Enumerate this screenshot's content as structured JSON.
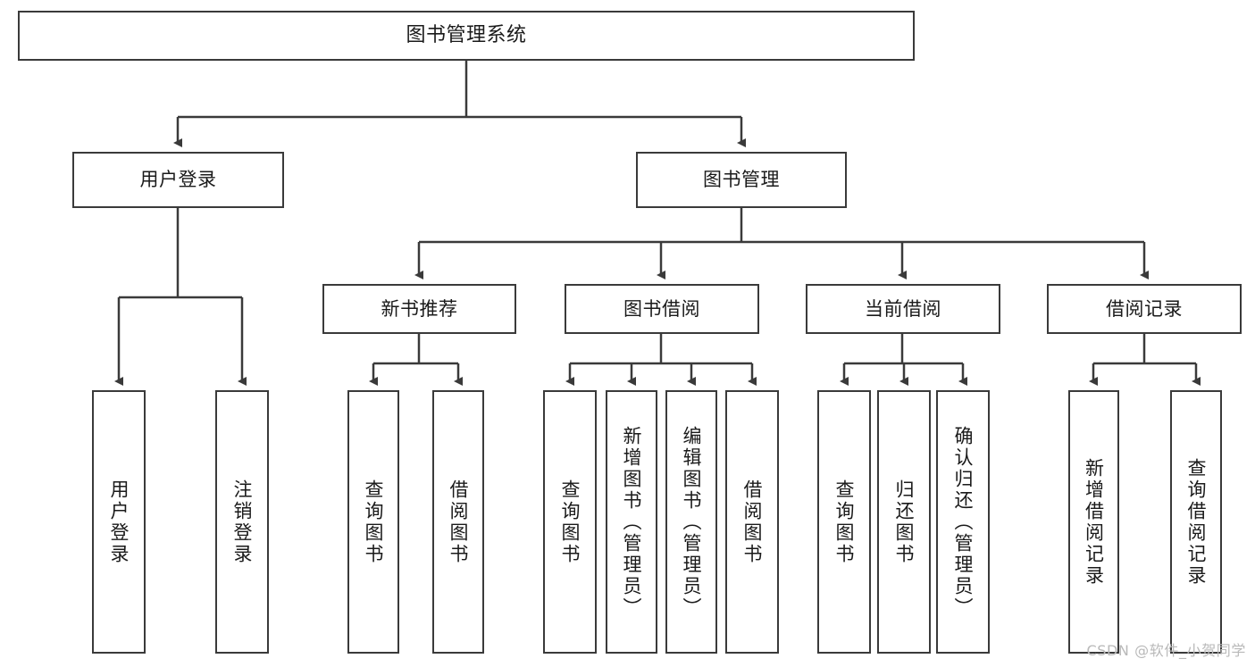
{
  "diagram": {
    "title_node": {
      "label": "图书管理系统"
    },
    "level2": [
      {
        "id": "user-login",
        "label": "用户登录"
      },
      {
        "id": "book-manage",
        "label": "图书管理"
      }
    ],
    "level3": [
      {
        "id": "new-book-recommend",
        "label": "新书推荐"
      },
      {
        "id": "book-borrow",
        "label": "图书借阅"
      },
      {
        "id": "current-borrow",
        "label": "当前借阅"
      },
      {
        "id": "borrow-record",
        "label": "借阅记录"
      }
    ],
    "leaves": {
      "user_login": [
        {
          "id": "leaf-user-login",
          "label": "用户登录"
        },
        {
          "id": "leaf-logout-login",
          "label": "注销登录"
        }
      ],
      "new_book_recommend": [
        {
          "id": "leaf-query-book-1",
          "label": "查询图书"
        },
        {
          "id": "leaf-borrow-book-1",
          "label": "借阅图书"
        }
      ],
      "book_borrow": [
        {
          "id": "leaf-query-book-2",
          "label": "查询图书"
        },
        {
          "id": "leaf-add-book-admin",
          "label": "新增图书（管理员）"
        },
        {
          "id": "leaf-edit-book-admin",
          "label": "编辑图书（管理员）"
        },
        {
          "id": "leaf-borrow-book-2",
          "label": "借阅图书"
        }
      ],
      "current_borrow": [
        {
          "id": "leaf-query-book-3",
          "label": "查询图书"
        },
        {
          "id": "leaf-return-book",
          "label": "归还图书"
        },
        {
          "id": "leaf-confirm-return-admin",
          "label": "确认归还（管理员）"
        }
      ],
      "borrow_record": [
        {
          "id": "leaf-add-borrow-record",
          "label": "新增借阅记录"
        },
        {
          "id": "leaf-query-borrow-record",
          "label": "查询借阅记录"
        }
      ]
    },
    "watermark": "CSDN @软件_小贺同学",
    "colors": {
      "stroke": "#3a3a3a",
      "fill": "#ffffff",
      "text": "#1a1a1a",
      "watermark": "#b9b9b9"
    }
  }
}
